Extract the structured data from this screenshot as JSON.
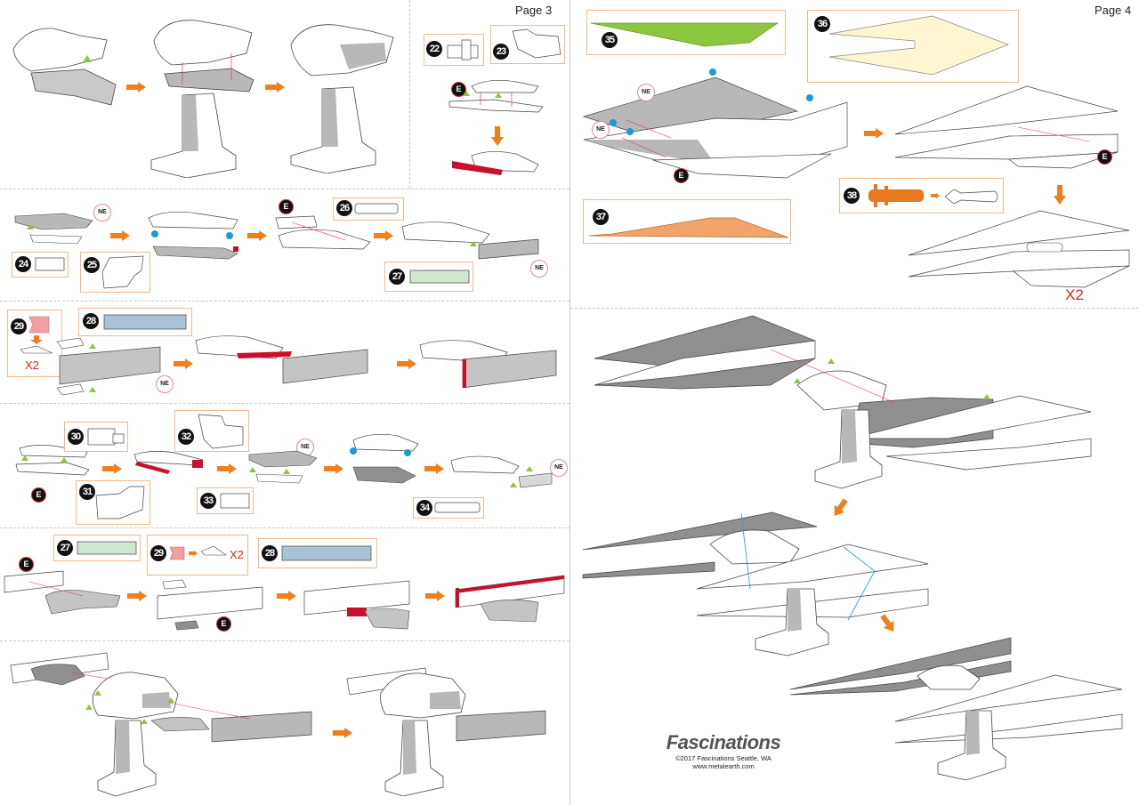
{
  "document": {
    "title": "Fascinations Metal Earth assembly instructions",
    "pages": [
      {
        "label": "Page 3"
      },
      {
        "label": "Page 4"
      }
    ]
  },
  "badges": {
    "edge": "E",
    "no_edge": "NE",
    "multiplier": "X2"
  },
  "parts": {
    "p22": "22",
    "p23": "23",
    "p24": "24",
    "p25": "25",
    "p26": "26",
    "p27": "27",
    "p28": "28",
    "p29": "29",
    "p30": "30",
    "p31": "31",
    "p32": "32",
    "p33": "33",
    "p34": "34",
    "p35": "35",
    "p36": "36",
    "p37": "37",
    "p38": "38"
  },
  "colors": {
    "arrow": "#f07f1e",
    "callout_border": "#f2b98a",
    "part_green": "#8cc63f",
    "part_cream": "#fdf6d0",
    "part_orange": "#f3a46b",
    "part_orange_dark": "#e8781e",
    "part_mint": "#cfe6cf",
    "part_blue": "#a9c3d6",
    "part_pink": "#f2a1a1",
    "tab_red": "#c8102e",
    "dot_blue": "#1c9ad6",
    "triangle_green": "#8cc63f",
    "gray_fill": "#b8b8b8"
  },
  "footer": {
    "brand": "Fascinations",
    "copyright": "©2017 Fascinations Seattle, WA",
    "url": "www.metalearth.com"
  }
}
